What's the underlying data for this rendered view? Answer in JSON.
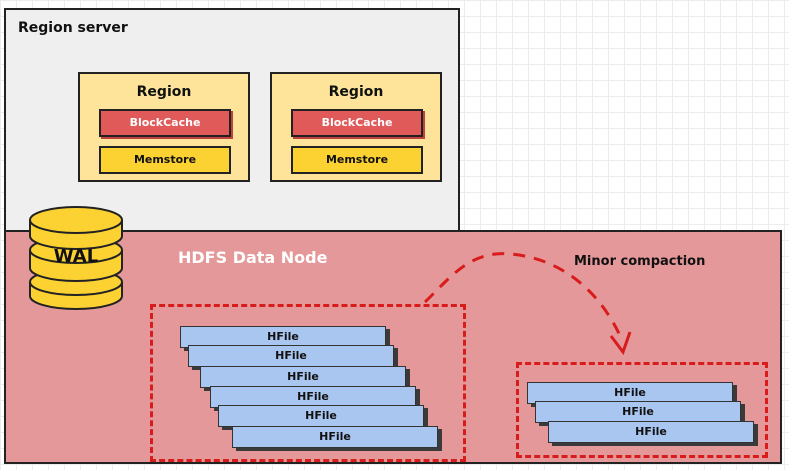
{
  "region_server": {
    "label": "Region server",
    "regions": [
      {
        "title": "Region",
        "blockcache": "BlockCache",
        "memstore": "Memstore"
      },
      {
        "title": "Region",
        "blockcache": "BlockCache",
        "memstore": "Memstore"
      }
    ]
  },
  "wal": {
    "label": "WAL"
  },
  "hdfs": {
    "label": "HDFS Data Node",
    "compaction_label": "Minor compaction",
    "before_hfiles": [
      "HFile",
      "HFile",
      "HFile",
      "HFile",
      "HFile",
      "HFile"
    ],
    "after_hfiles": [
      "HFile",
      "HFile",
      "HFile"
    ]
  },
  "colors": {
    "region_server_bg": "#efefef",
    "region_bg": "#fde49a",
    "blockcache": "#e15a5a",
    "memstore": "#fcd232",
    "hdfs_bg": "#e49899",
    "hfile": "#a9c6f0",
    "dashed": "#d81c1c",
    "wal": "#fcd232"
  }
}
